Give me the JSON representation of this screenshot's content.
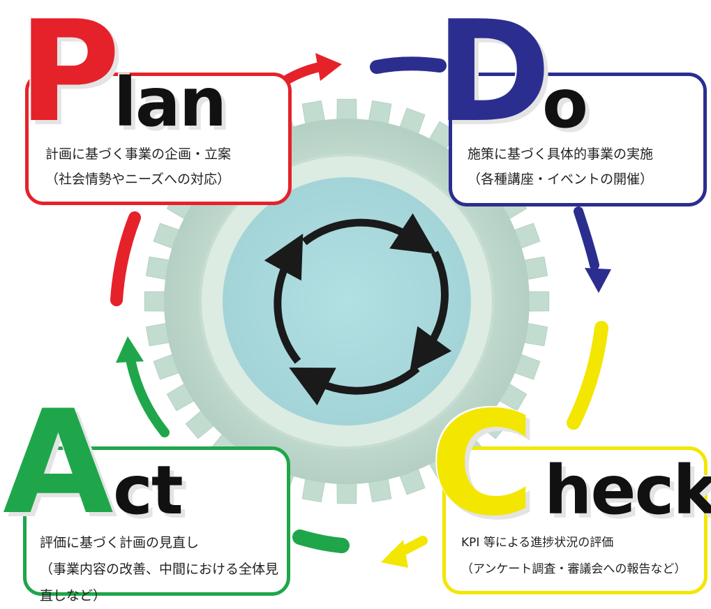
{
  "plan": {
    "initial": "P",
    "rest": "lan",
    "desc": "計画に基づく事業の企画・立案\n（社会情勢やニーズへの対応）",
    "color": "#e5222a"
  },
  "do": {
    "initial": "D",
    "rest": "o",
    "desc": "施策に基づく具体的事業の実施\n（各種講座・イベントの開催）",
    "color": "#2b2e8f"
  },
  "check": {
    "initial": "C",
    "rest": "heck",
    "desc": "KPI 等による進捗状況の評価\n（アンケート調査・審議会への報告など）",
    "color": "#f3e600"
  },
  "act": {
    "initial": "A",
    "rest": "ct",
    "desc": "評価に基づく計画の見直し\n（事業内容の改善、中間における全体見\n直しなど）",
    "color": "#1fa64a"
  },
  "gear": {
    "tooth_color": "#c3dcd0",
    "ring_color": "#dcece2",
    "center_color": "#a9dade"
  },
  "cycle_arrow_color": "#1a1a1a"
}
